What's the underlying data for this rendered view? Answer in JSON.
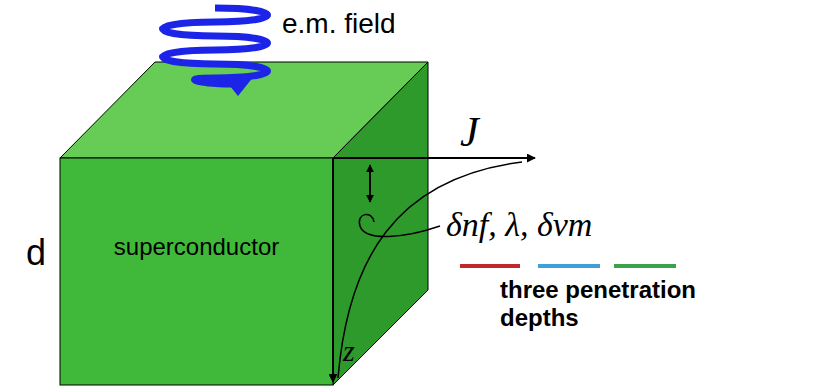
{
  "diagram": {
    "nodes": [
      {
        "text": [
          "superconductor"
        ]
      }
    ],
    "labels": [
      "e.m. field",
      "d",
      "J",
      "z",
      "δnf, λ, δvm",
      "three penetration depths"
    ]
  }
}
